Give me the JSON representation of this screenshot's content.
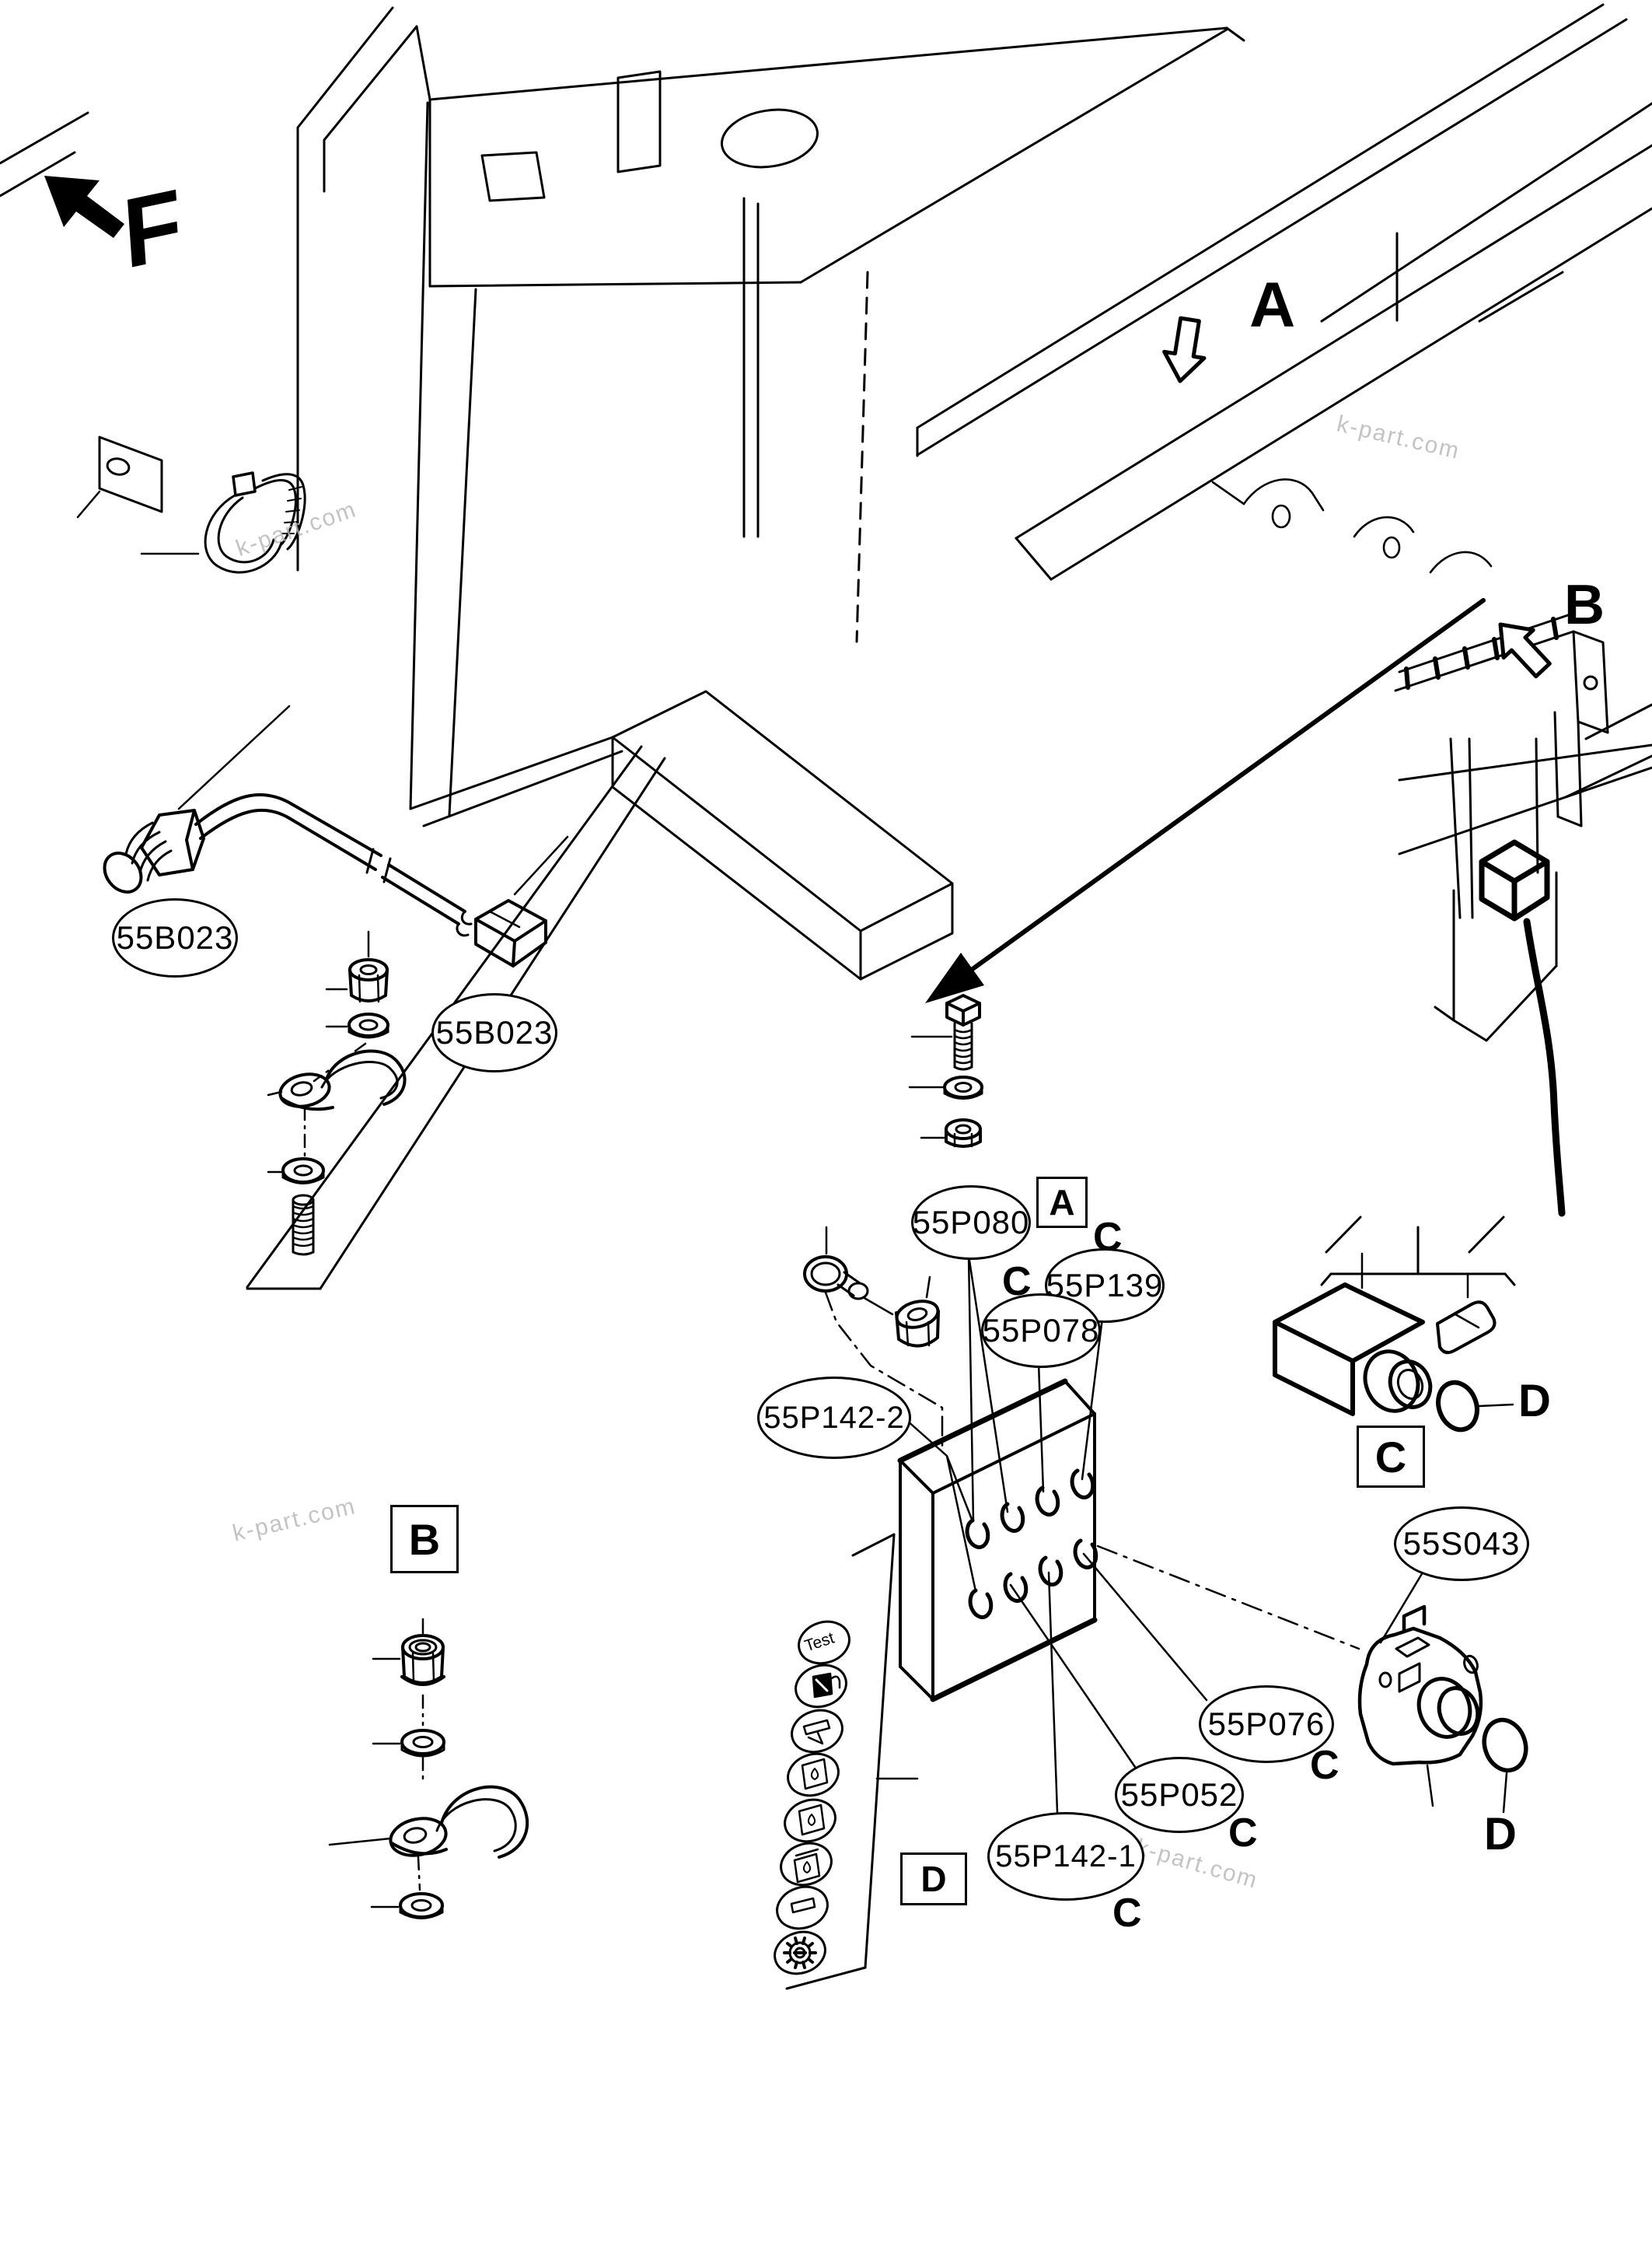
{
  "page": {
    "background": "#ffffff",
    "line_color": "#000000",
    "watermark_color": "#b5b5b5",
    "watermark": "k-part.com"
  },
  "view_arrows": {
    "front": "F",
    "top": "A",
    "rear": "B"
  },
  "detail_boxes": {
    "a": "A",
    "b": "B",
    "c": "C",
    "d": "D"
  },
  "detail_markers": {
    "c": "C",
    "d": "D"
  },
  "part_labels": [
    {
      "part": "55B023"
    },
    {
      "part": "55B023"
    },
    {
      "part": "55P080"
    },
    {
      "part": "55P139"
    },
    {
      "part": "55P078"
    },
    {
      "part": "55P142-2"
    },
    {
      "part": "55S043"
    },
    {
      "part": "55P076"
    },
    {
      "part": "55P052"
    },
    {
      "part": "55P142-1"
    }
  ],
  "legend_strip": {
    "test_label": "Test",
    "icons": [
      {
        "name": "test-icon"
      },
      {
        "name": "fuel-pump-icon"
      },
      {
        "name": "fuel-nozzle-icon"
      },
      {
        "name": "fuel-filter-icon"
      },
      {
        "name": "fuel-filter-icon"
      },
      {
        "name": "water-separator-icon"
      },
      {
        "name": "slot-icon"
      },
      {
        "name": "gear-icon"
      }
    ]
  }
}
